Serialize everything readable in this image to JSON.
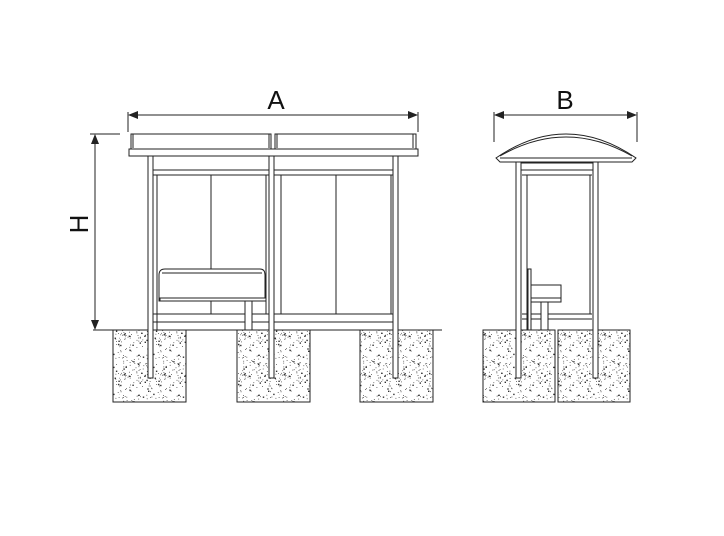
{
  "dimensions": {
    "width_label": "A",
    "depth_label": "B",
    "height_label": "H"
  },
  "colors": {
    "line": "#222222",
    "background": "#ffffff",
    "concrete_speckle": "#333333"
  }
}
